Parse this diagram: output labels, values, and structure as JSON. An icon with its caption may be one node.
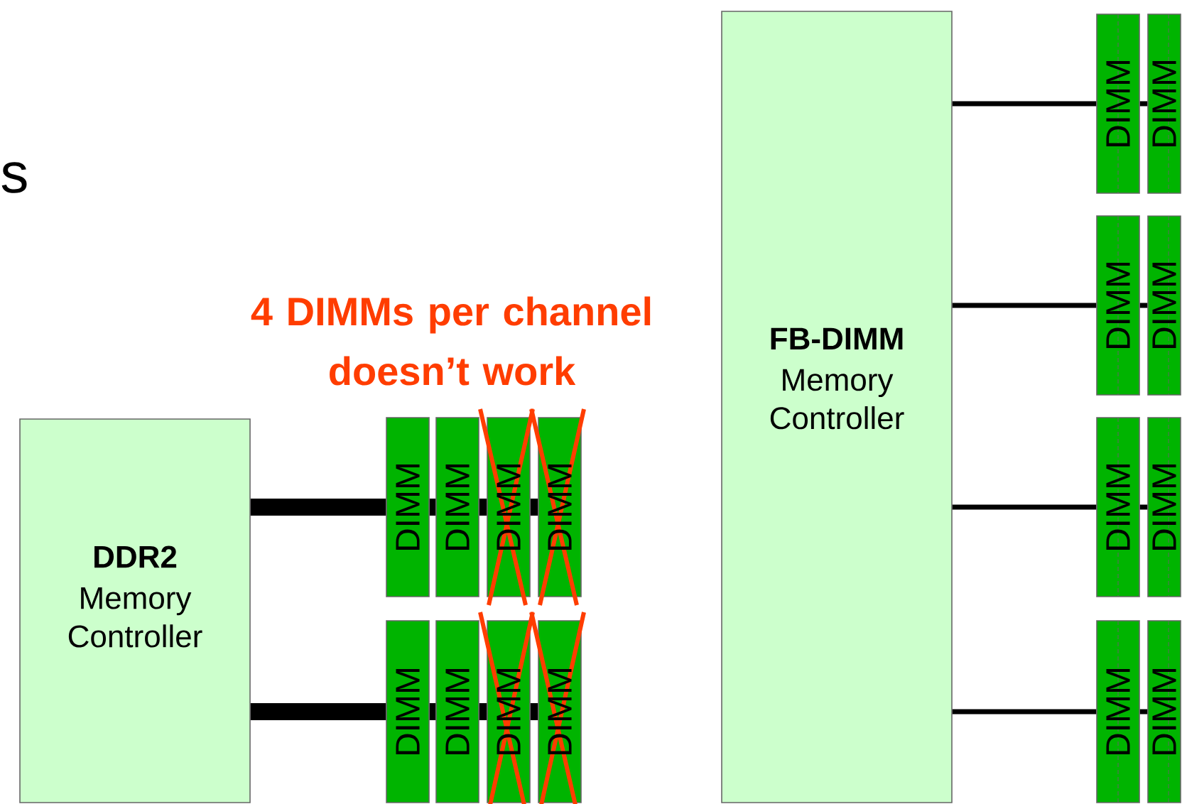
{
  "diagram": {
    "nodes": [
      {
        "text": [
          "DDR2",
          "Memory Controller"
        ]
      },
      {
        "text": [
          "DIMM"
        ]
      },
      {
        "text": [
          "DIMM"
        ]
      },
      {
        "text": [
          "DIMM"
        ]
      },
      {
        "text": [
          "DIMM"
        ]
      },
      {
        "text": [
          "DIMM"
        ]
      },
      {
        "text": [
          "DIMM"
        ]
      },
      {
        "text": [
          "DIMM"
        ]
      },
      {
        "text": [
          "DIMM"
        ]
      },
      {
        "text": [
          "FB-DIMM",
          "Memory Controller"
        ]
      },
      {
        "text": [
          "DIMM"
        ]
      },
      {
        "text": [
          "DIMM"
        ]
      },
      {
        "text": [
          "DIMM"
        ]
      },
      {
        "text": [
          "DIMM"
        ]
      },
      {
        "text": [
          "DIMM"
        ]
      },
      {
        "text": [
          "DIMM"
        ]
      },
      {
        "text": [
          "DIMM"
        ]
      },
      {
        "text": [
          "DIMM"
        ]
      }
    ],
    "edges": [
      {
        "from": 0,
        "to": 1,
        "arrow": "none",
        "style": "thick"
      },
      {
        "from": 1,
        "to": 2,
        "arrow": "none",
        "style": "thick"
      },
      {
        "from": 2,
        "to": 3,
        "arrow": "none",
        "style": "thick"
      },
      {
        "from": 3,
        "to": 4,
        "arrow": "none",
        "style": "thick"
      },
      {
        "from": 0,
        "to": 5,
        "arrow": "none",
        "style": "thick"
      },
      {
        "from": 5,
        "to": 6,
        "arrow": "none",
        "style": "thick"
      },
      {
        "from": 6,
        "to": 7,
        "arrow": "none",
        "style": "thick"
      },
      {
        "from": 7,
        "to": 8,
        "arrow": "none",
        "style": "thick"
      },
      {
        "from": 9,
        "to": 10,
        "arrow": "none"
      },
      {
        "from": 10,
        "to": 11,
        "arrow": "none"
      },
      {
        "from": 9,
        "to": 12,
        "arrow": "none"
      },
      {
        "from": 12,
        "to": 13,
        "arrow": "none"
      },
      {
        "from": 9,
        "to": 14,
        "arrow": "none"
      },
      {
        "from": 14,
        "to": 15,
        "arrow": "none"
      },
      {
        "from": 9,
        "to": 16,
        "arrow": "none"
      },
      {
        "from": 16,
        "to": 17,
        "arrow": "none"
      }
    ],
    "labels": [
      "s",
      "4 DIMMs per channel doesn’t work"
    ]
  }
}
